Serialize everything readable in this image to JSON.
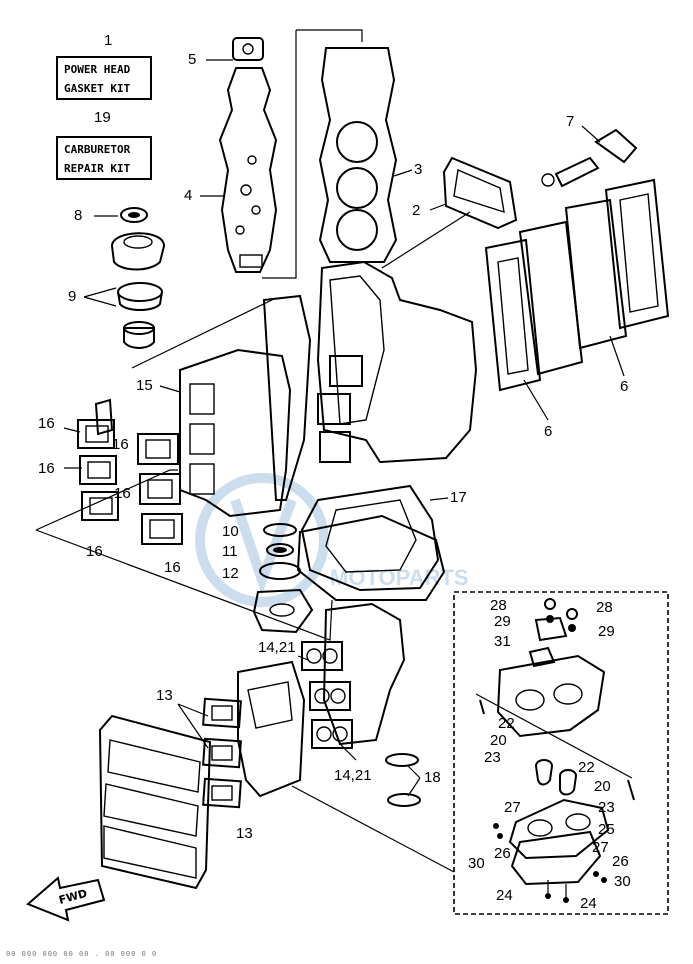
{
  "kits": {
    "power_head": {
      "number": "1",
      "line1": "POWER HEAD",
      "line2": "GASKET KIT"
    },
    "carburetor": {
      "number": "19",
      "line1": "CARBURETOR",
      "line2": "REPAIR KIT"
    }
  },
  "callouts": {
    "c2": "2",
    "c3": "3",
    "c4": "4",
    "c5": "5",
    "c6a": "6",
    "c6b": "6",
    "c7": "7",
    "c8": "8",
    "c9": "9",
    "c10": "10",
    "c11": "11",
    "c12": "12",
    "c13a": "13",
    "c13b": "13",
    "c14a": "14,21",
    "c14b": "14,21",
    "c15": "15",
    "c16a": "16",
    "c16b": "16",
    "c16c": "16",
    "c16d": "16",
    "c16e": "16",
    "c16f": "16",
    "c17": "17",
    "c18": "18",
    "c20a": "20",
    "c20b": "20",
    "c22a": "22",
    "c22b": "22",
    "c23a": "23",
    "c23b": "23",
    "c24a": "24",
    "c24b": "24",
    "c25": "25",
    "c26a": "26",
    "c26b": "26",
    "c27a": "27",
    "c27b": "27",
    "c28a": "28",
    "c28b": "28",
    "c29a": "29",
    "c29b": "29",
    "c30a": "30",
    "c30b": "30",
    "c31": "31"
  },
  "fwd_label": "FWD",
  "watermark": {
    "text": "MOTOPARTS",
    "color": "#8fb8d8"
  },
  "footer_text": "00 000 000 00 00 . 00 000 0 0",
  "colors": {
    "line": "#000000",
    "background": "#ffffff",
    "watermark": "#8fb8d8"
  }
}
